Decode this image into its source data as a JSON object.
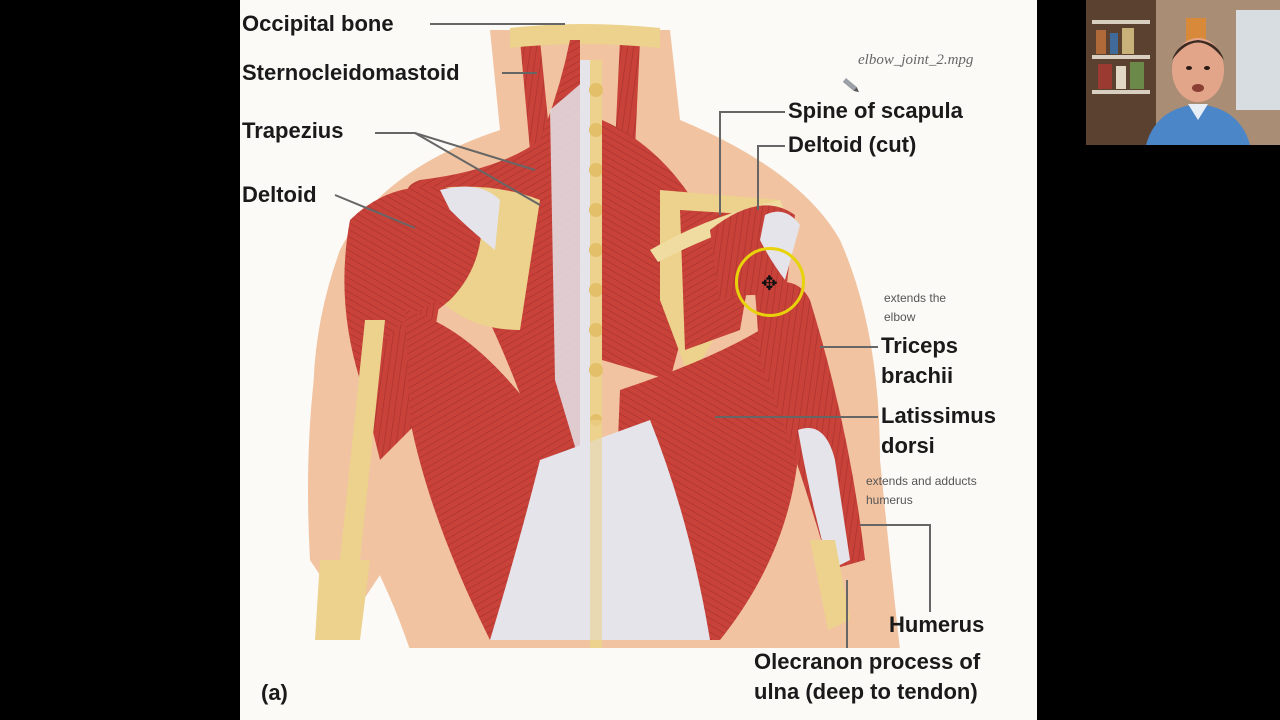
{
  "video": {
    "source_file": "elbow_joint_2.mpg",
    "figure_tag": "(a)"
  },
  "labels": {
    "occipital_bone": "Occipital bone",
    "sternocleidomastoid": "Sternocleidomastoid",
    "trapezius": "Trapezius",
    "deltoid": "Deltoid",
    "spine_of_scapula": "Spine of scapula",
    "deltoid_cut": "Deltoid (cut)",
    "triceps_line1": "Triceps",
    "triceps_line2": "brachii",
    "latissimus_line1": "Latissimus",
    "latissimus_line2": "dorsi",
    "humerus": "Humerus",
    "olecranon_line1": "Olecranon process of",
    "olecranon_line2": "ulna (deep to tendon)"
  },
  "notes": {
    "elbow_line1": "extends the",
    "elbow_line2": "elbow",
    "humerus_line1": "extends and adducts",
    "humerus_line2": "humerus"
  },
  "colors": {
    "muscle": "#c8423a",
    "muscle_dark": "#9e2e28",
    "bone": "#ecd28c",
    "tendon": "#e4e4ea",
    "skin": "#f1c3a0",
    "highlight_ring": "#e8d20a",
    "slide_bg": "#fbfaf7"
  },
  "icons": {
    "cursor": "move-cursor-icon",
    "pen": "pen-icon"
  },
  "cursor_glyph": "✥"
}
